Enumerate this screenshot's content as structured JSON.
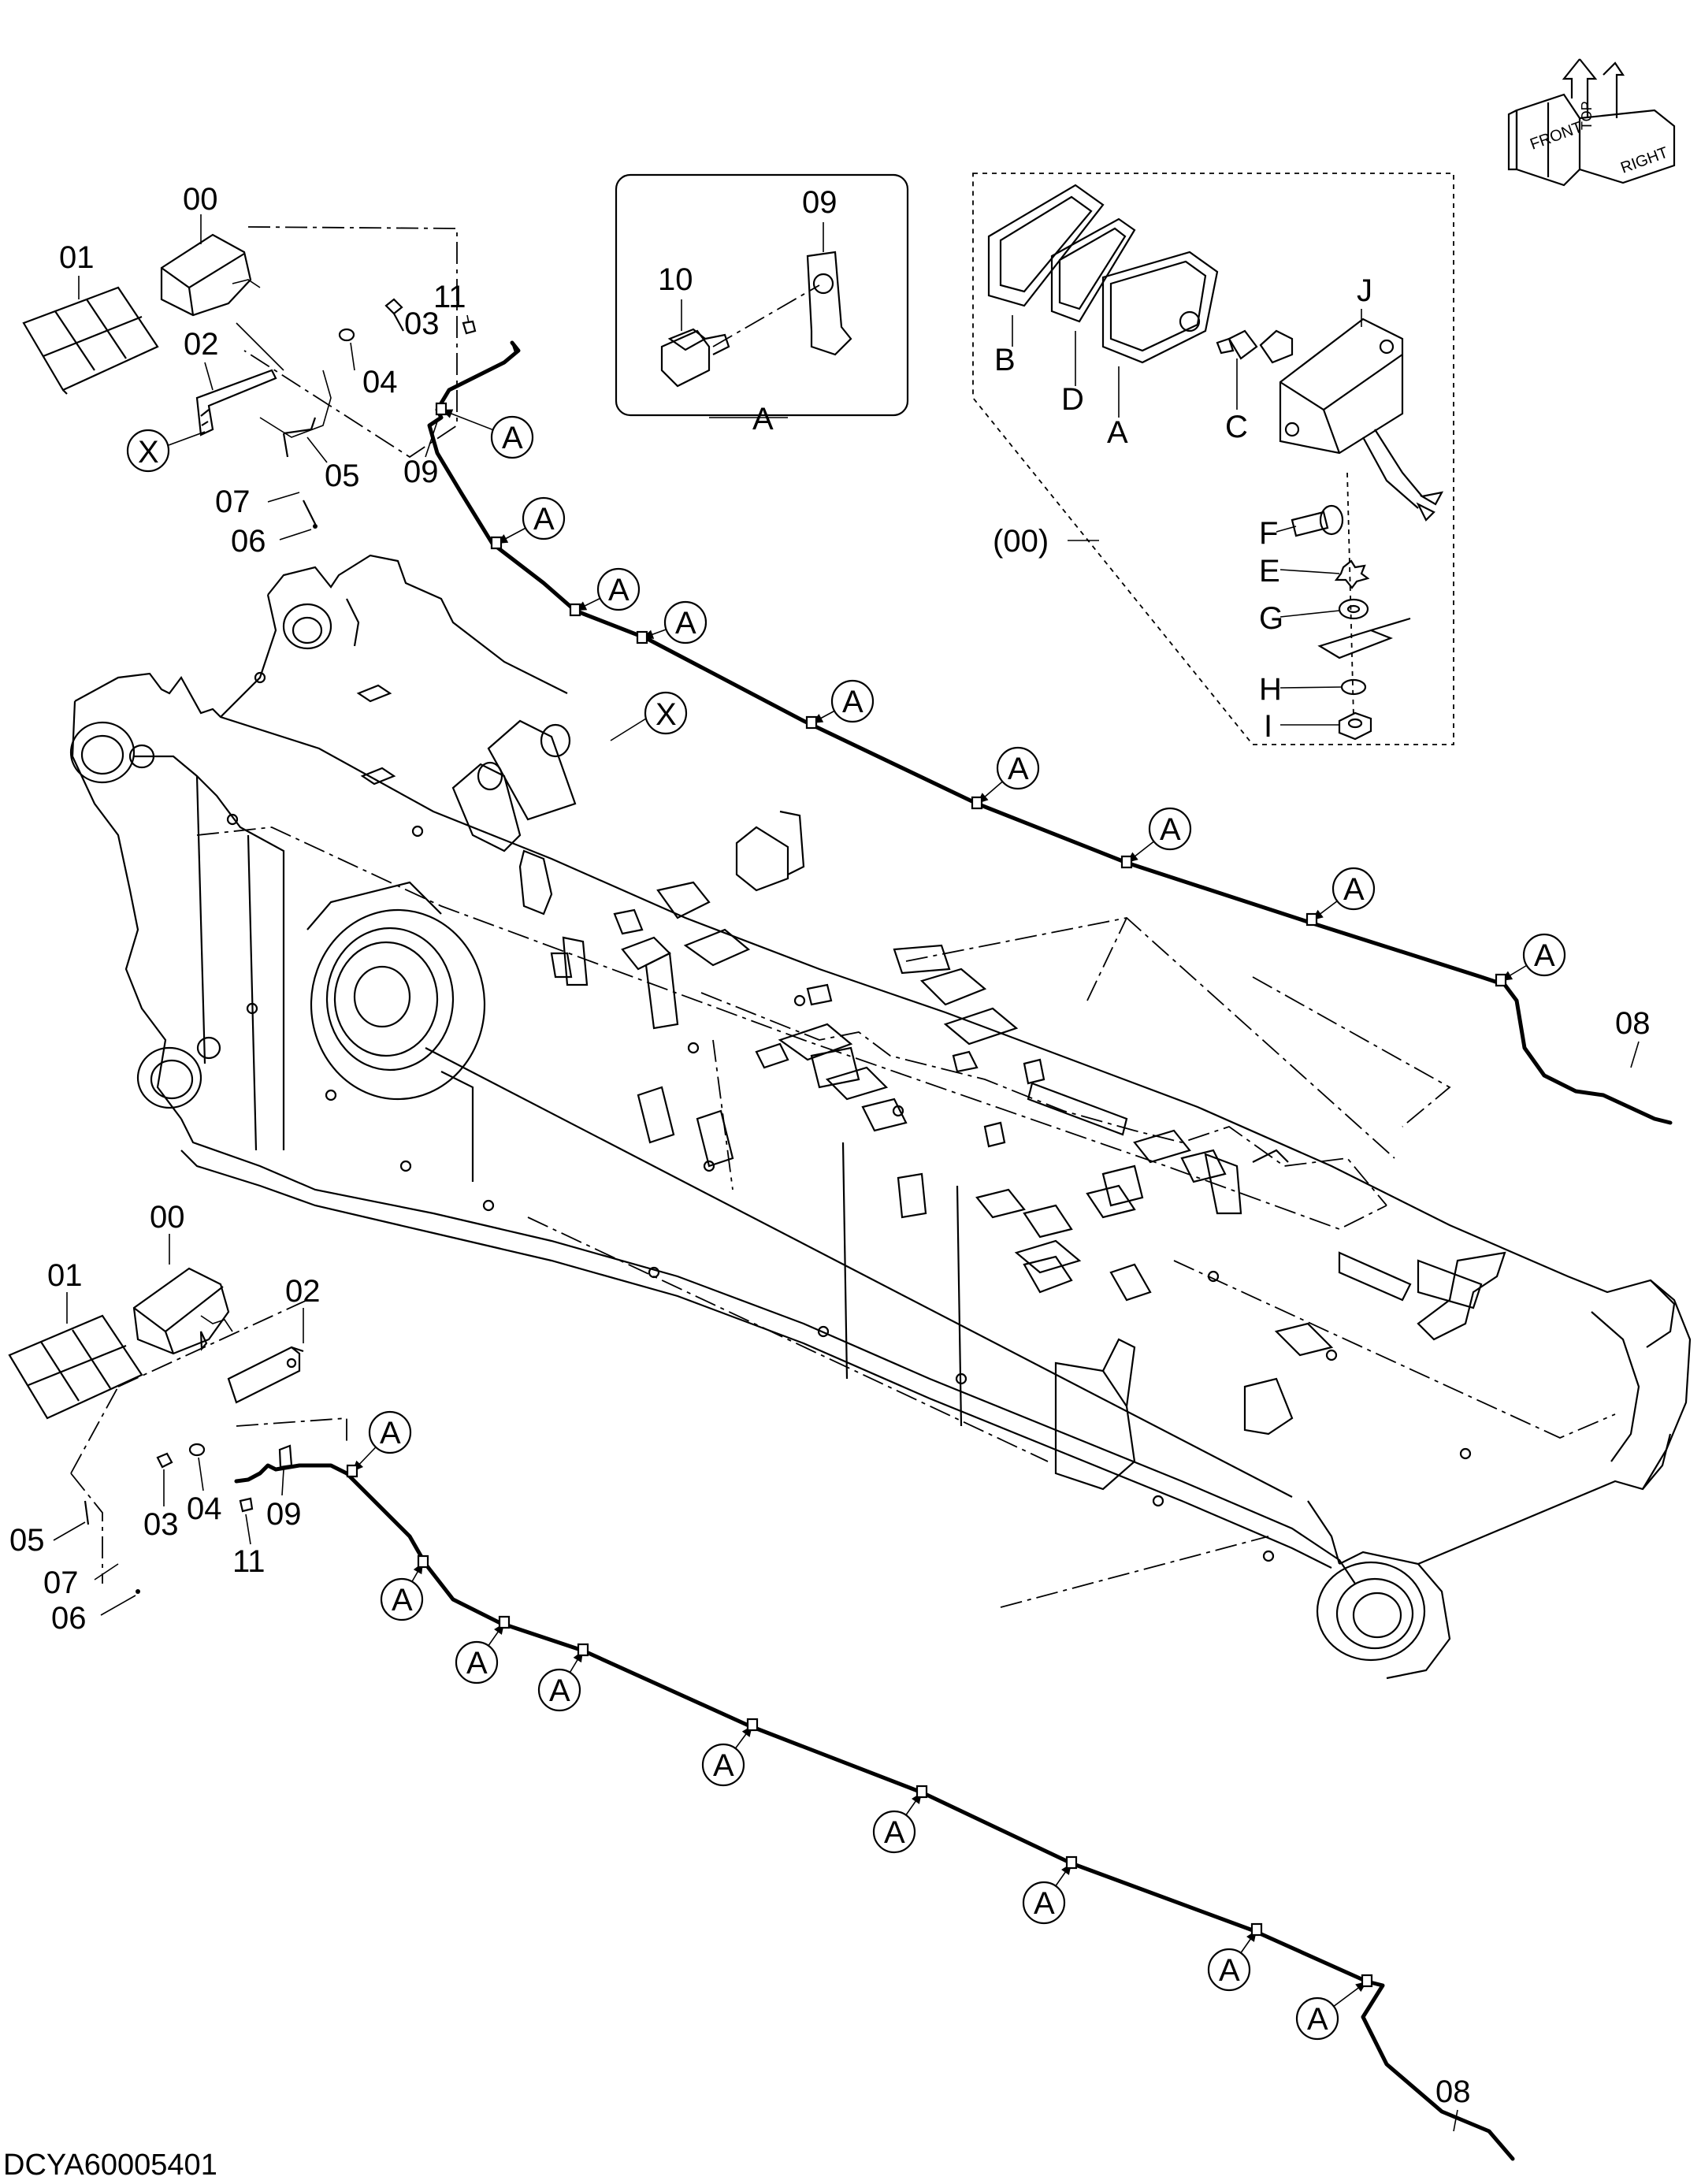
{
  "drawing_code": "DCYA60005401",
  "orientation": {
    "front": "FRONT",
    "top": "TOP",
    "right": "RIGHT"
  },
  "upper_assembly": {
    "parts": [
      "00",
      "01",
      "02",
      "03",
      "04",
      "05",
      "06",
      "07",
      "09",
      "11"
    ],
    "view_marker": "X",
    "cable_label": "08"
  },
  "lower_assembly": {
    "parts": [
      "00",
      "01",
      "02",
      "03",
      "04",
      "05",
      "06",
      "07",
      "09",
      "11"
    ],
    "cable_label": "08"
  },
  "detail_a": {
    "title": "A",
    "parts": [
      "09",
      "10"
    ]
  },
  "detail_lamp": {
    "ref": "(00)",
    "parts": [
      "A",
      "B",
      "C",
      "D",
      "E",
      "F",
      "G",
      "H",
      "I",
      "J"
    ]
  },
  "clamp_label": "A",
  "boom_marker": "X"
}
